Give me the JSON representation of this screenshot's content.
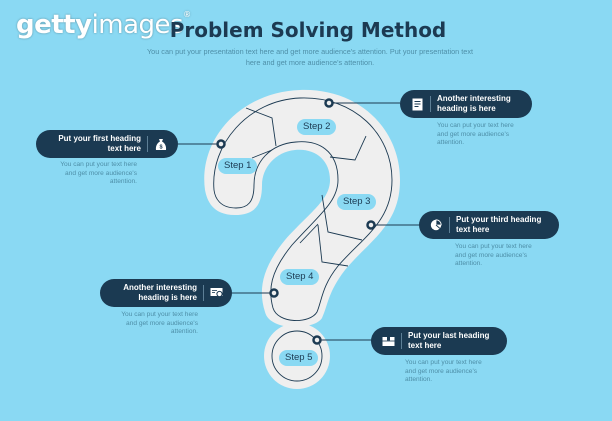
{
  "logo": {
    "bold": "getty",
    "light": "images",
    "mark": "®"
  },
  "header": {
    "title": "Problem Solving Method",
    "subtitle": "You can put your presentation text here and get more audience's attention. Put your presentation text here and get more audience's attention."
  },
  "colors": {
    "background": "#8ad9f3",
    "shape_fill": "#efefef",
    "pill": "#1b3a52",
    "text_dark": "#1c3a52",
    "text_muted": "#4e8fa8"
  },
  "steps": [
    {
      "label": "Step 1",
      "heading": "Put your first heading text here",
      "heading_line1": "Put your first heading",
      "heading_line2": "text here",
      "text_line1": "You can put your text here",
      "text_line2": "and get more audience's",
      "text_line3": "attention.",
      "icon": "money-bag-icon"
    },
    {
      "label": "Step 2",
      "heading": "Another interesting heading is here",
      "heading_line1": "Another interesting",
      "heading_line2": "heading is here",
      "text_line1": "You can put your text here",
      "text_line2": "and get more audience's",
      "text_line3": "attention.",
      "icon": "document-icon"
    },
    {
      "label": "Step 3",
      "heading": "Put your third heading text here",
      "heading_line1": "Put your third heading",
      "heading_line2": "text here",
      "text_line1": "You can put your text here",
      "text_line2": "and get more audience's",
      "text_line3": "attention.",
      "icon": "pie-chart-icon"
    },
    {
      "label": "Step 4",
      "heading": "Another interesting heading is here",
      "heading_line1": "Another interesting",
      "heading_line2": "heading is here",
      "text_line1": "You can put your text here",
      "text_line2": "and get more audience's",
      "text_line3": "attention.",
      "icon": "certificate-icon"
    },
    {
      "label": "Step 5",
      "heading": "Put your last heading text here",
      "heading_line1": "Put your last heading",
      "heading_line2": "text here",
      "text_line1": "You can put your text here",
      "text_line2": "and get more audience's",
      "text_line3": "attention.",
      "icon": "package-icon"
    }
  ]
}
